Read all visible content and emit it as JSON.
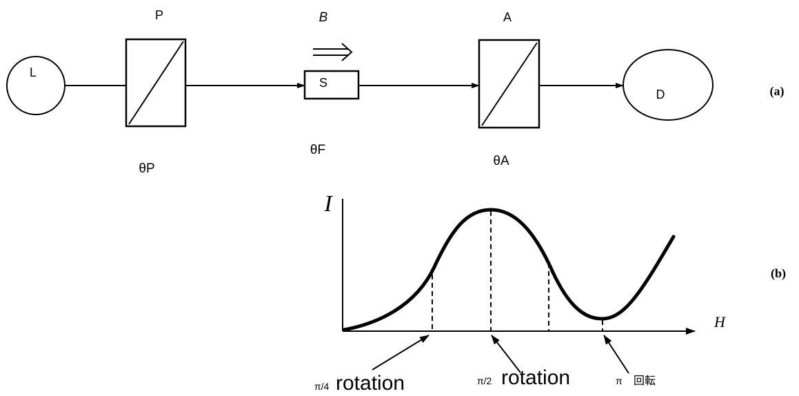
{
  "panel_a": {
    "source_label": "L",
    "polarizer_label": "P",
    "polarizer_angle": "θP",
    "field_label": "B",
    "sample_label": "S",
    "faraday_angle": "θF",
    "analyzer_label": "A",
    "analyzer_angle": "θA",
    "detector_label": "D",
    "panel_tag": "(a)"
  },
  "panel_b": {
    "y_axis_label": "I",
    "x_axis_label": "H",
    "annotations": [
      {
        "symbol": "π/4",
        "text": "rotation"
      },
      {
        "symbol": "π/2",
        "text": "rotation"
      },
      {
        "symbol": "π",
        "text": "回転"
      }
    ],
    "panel_tag": "(b)"
  }
}
